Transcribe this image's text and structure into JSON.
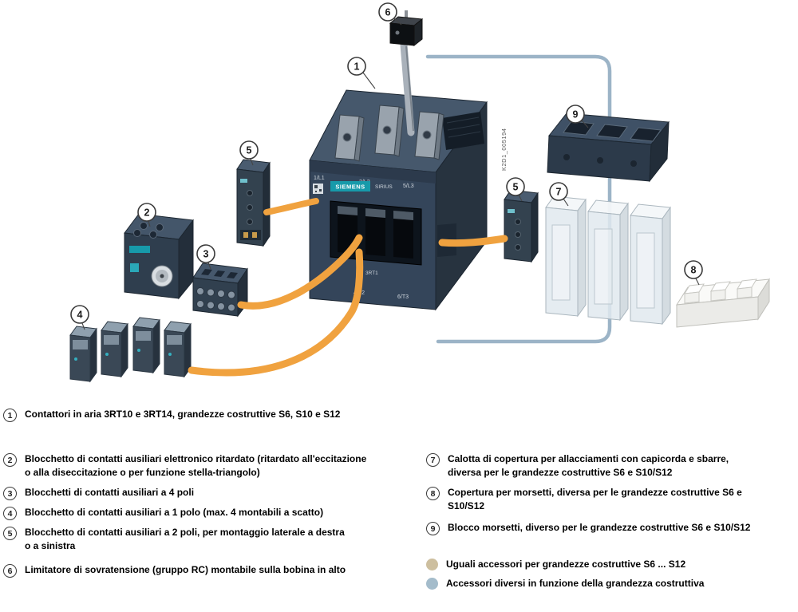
{
  "colors": {
    "orange": "#f0a23f",
    "grouping_line": "#9cb4c7",
    "marker_tan": "#cdbf9f",
    "marker_blue": "#a4bccb"
  },
  "illustration": {
    "watermark": "K2D1_005194",
    "contactor": {
      "brand": "SIEMENS",
      "series": "SIRIUS",
      "model": "3RT1",
      "terminal_top_left": "1/L1",
      "terminal_top_mid": "3/L2",
      "terminal_top_right": "5/L3",
      "terminal_bottom_mid": "4/T2",
      "terminal_bottom_right": "6/T3"
    },
    "callouts": {
      "c1": "1",
      "c2": "2",
      "c3": "3",
      "c4": "4",
      "c5_left": "5",
      "c5_right": "5",
      "c6": "6",
      "c7": "7",
      "c8": "8",
      "c9": "9"
    }
  },
  "legend": {
    "item1": {
      "num": "1",
      "text": "Contattori in aria 3RT10 e 3RT14, grandezze costruttive S6, S10 e S12"
    },
    "left": [
      {
        "num": "2",
        "text": "Blocchetto di contatti ausiliari elettronico ritardato (ritardato all'eccitazione\no alla diseccitazione o per funzione stella-triangolo)"
      },
      {
        "num": "3",
        "text": "Blocchetti di contatti ausiliari a 4 poli"
      },
      {
        "num": "4",
        "text": "Blocchetto di contatti ausiliari a 1 polo (max. 4 montabili a scatto)"
      },
      {
        "num": "5",
        "text": "Blocchetto di contatti ausiliari a 2 poli, per montaggio laterale a destra\no a sinistra"
      },
      {
        "num": "6",
        "text": "Limitatore di sovratensione (gruppo RC) montabile sulla bobina in alto"
      }
    ],
    "right": [
      {
        "num": "7",
        "text": "Calotta di copertura per allacciamenti con capicorda e sbarre,\ndiversa per le grandezze costruttive S6 e S10/S12"
      },
      {
        "num": "8",
        "text": "Copertura per morsetti, diversa per le grandezze costruttive S6 e\nS10/S12"
      },
      {
        "num": "9",
        "text": "Blocco morsetti, diverso per le grandezze costruttive S6 e S10/S12"
      }
    ],
    "markers": [
      {
        "text": "Uguali accessori per grandezze costruttive S6 ... S12"
      },
      {
        "text": "Accessori diversi in funzione della grandezza costruttiva"
      }
    ]
  }
}
